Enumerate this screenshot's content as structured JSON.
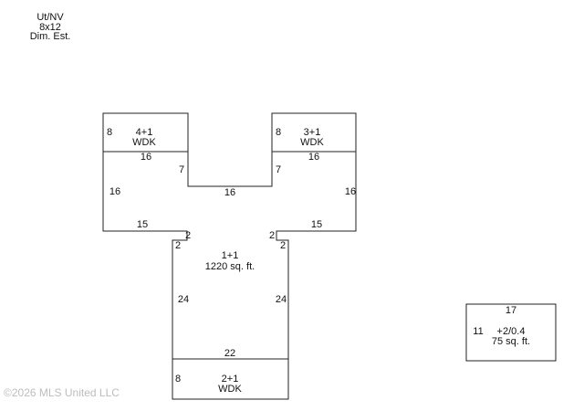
{
  "header": {
    "line1": "Ut/NV",
    "line2": "8x12",
    "line3": "Dim. Est."
  },
  "rooms": {
    "deck_left": {
      "name": "4+1",
      "type": "WDK",
      "dim_side": "8"
    },
    "deck_right": {
      "name": "3+1",
      "type": "WDK",
      "dim_side": "8"
    },
    "main": {
      "name": "1+1",
      "area": "1220 sq. ft."
    },
    "deck_bottom": {
      "name": "2+1",
      "type": "WDK",
      "dim_side": "8"
    },
    "outbuilding": {
      "name": "+2/0.4",
      "area": "75 sq. ft.",
      "dim_top": "17",
      "dim_side": "11"
    }
  },
  "dims": {
    "left_wing_top": "16",
    "left_wing_notch": "7",
    "left_wing_side": "16",
    "left_wing_bottom": "15",
    "center_gap": "16",
    "right_wing_top": "16",
    "right_wing_notch": "7",
    "right_wing_side": "16",
    "right_wing_bottom": "15",
    "step_left_top": "2",
    "step_left_side": "2",
    "step_right_top": "2",
    "step_right_side": "2",
    "body_left": "24",
    "body_right": "24",
    "body_bottom": "22"
  },
  "watermark": "©2026 MLS United LLC"
}
